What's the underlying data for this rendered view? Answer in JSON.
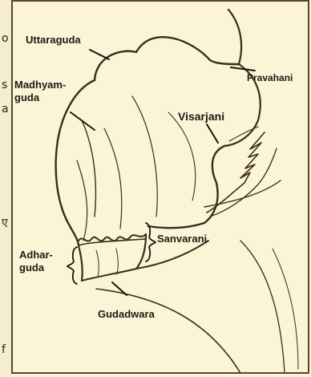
{
  "margin_glyphs": [
    "o",
    "s",
    "a",
    "ए",
    "f"
  ],
  "labels": {
    "uttaraguda": "Uttaraguda",
    "pravahani": "Pravahani",
    "madhyamguda_line1": "Madhyam-",
    "madhyamguda_line2": "guda",
    "visarjani": "Visarjani",
    "sanvarani": "Sanvarani",
    "adharguda_line1": "Adhar-",
    "adharguda_line2": "guda",
    "gudadwara": "Gudadwara"
  },
  "colors": {
    "background": "#fbf4d6",
    "outline": "#3a2c1c",
    "text": "#1e1a14"
  }
}
